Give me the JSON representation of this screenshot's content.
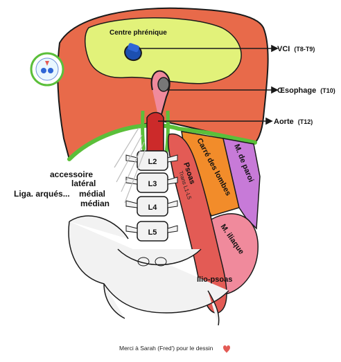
{
  "labels": {
    "centre": "Centre phrénique",
    "vci": "VCI",
    "vci_level": "(T8-T9)",
    "oesophage": "Œsophage",
    "oesophage_level": "(T10)",
    "aorte": "Aorte",
    "aorte_level": "(T12)",
    "accessoire": "accessoire",
    "lateral": "latéral",
    "medial": "médial",
    "median": "médian",
    "ligaments": "Liga. arqués...",
    "carre": "Carré des lombes",
    "paroi": "M. de paroi",
    "psoas": "Psoas",
    "psoas_trans": "Trans L1-L5",
    "iliaque": "M. iliaque",
    "ilio_psoas": "Ilio-psoas",
    "credit": "Merci à Sarah (Fred') pour le dessin"
  },
  "vertebrae": [
    "L2",
    "L3",
    "L4",
    "L5"
  ],
  "colors": {
    "dome": "#e86a4a",
    "centre": "#e2f27a",
    "rim": "#5bbf3a",
    "carre": "#f28c2a",
    "paroi": "#c77ad8",
    "psoas": "#e35b55",
    "iliaque": "#f08a9c",
    "aorta": "#cc2a2a",
    "bone": "#f2f2f2",
    "outline": "#1a1a1a"
  }
}
